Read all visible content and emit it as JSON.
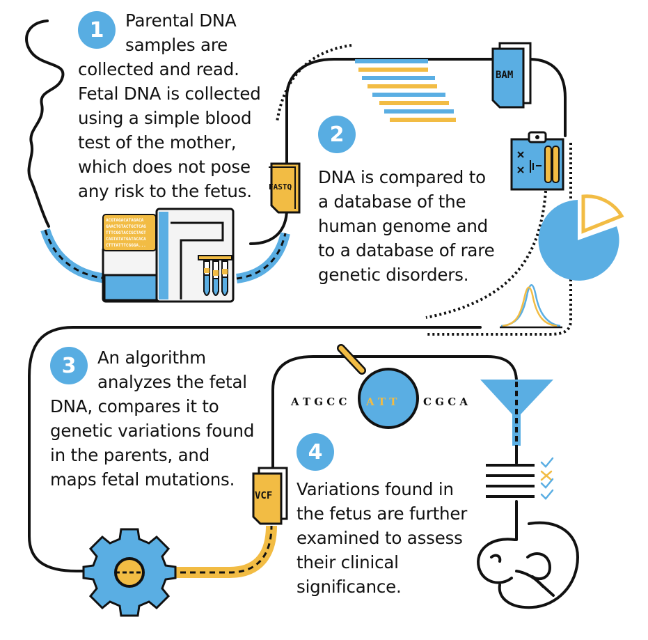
{
  "colors": {
    "accent_blue": "#5aaee3",
    "accent_yellow": "#f2bc44",
    "ink": "#111111",
    "badge_blue": "#58ade2"
  },
  "steps": [
    {
      "number": "1",
      "lines": [
        "Parental DNA",
        "samples are",
        "collected and read.",
        "Fetal DNA is collected",
        "using a simple blood",
        "test of the mother,",
        "which does not pose",
        "any risk to the fetus."
      ]
    },
    {
      "number": "2",
      "lines": [
        "DNA is compared to",
        "a database of the",
        "human genome and",
        "to a database of rare",
        "genetic disorders."
      ]
    },
    {
      "number": "3",
      "lines": [
        "An algorithm",
        "analyzes the fetal",
        "DNA, compares it to",
        "genetic variations found",
        "in the parents, and",
        "maps fetal mutations."
      ]
    },
    {
      "number": "4",
      "lines": [
        "Variations found in",
        "the fetus are further",
        "examined to assess",
        "their clinical",
        "significance."
      ]
    }
  ],
  "files": {
    "fastq": "FASTQ",
    "bam": "BAM",
    "vcf": "VCF"
  },
  "sequence": {
    "left": "A T G C C",
    "highlight": "A T T",
    "right": "C G C A"
  },
  "sequencer_screen": [
    "ACGTAGACATAGACA",
    "GAACTGTACTGCTCAG",
    "TTTCGGTACCGCTAGT",
    "CAGTATATGATACACA",
    "CTTTATTTCGGGA..."
  ],
  "icons": [
    "sequencer-icon",
    "test-tubes-icon",
    "clipboard-icon",
    "pie-chart-icon",
    "distribution-curve-icon",
    "magnifier-icon",
    "funnel-icon",
    "checklist-icon",
    "gear-icon",
    "fetus-icon"
  ]
}
